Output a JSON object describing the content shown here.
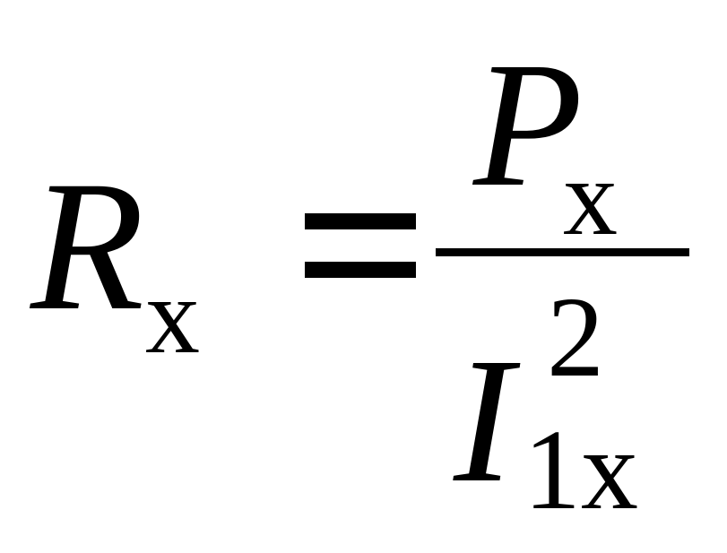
{
  "formula": {
    "lhs": {
      "base": "R",
      "subscript": "x"
    },
    "relation": "=",
    "numerator": {
      "base": "P",
      "subscript": "x"
    },
    "denominator": {
      "base": "I",
      "subscript": "1x",
      "superscript": "2"
    }
  }
}
